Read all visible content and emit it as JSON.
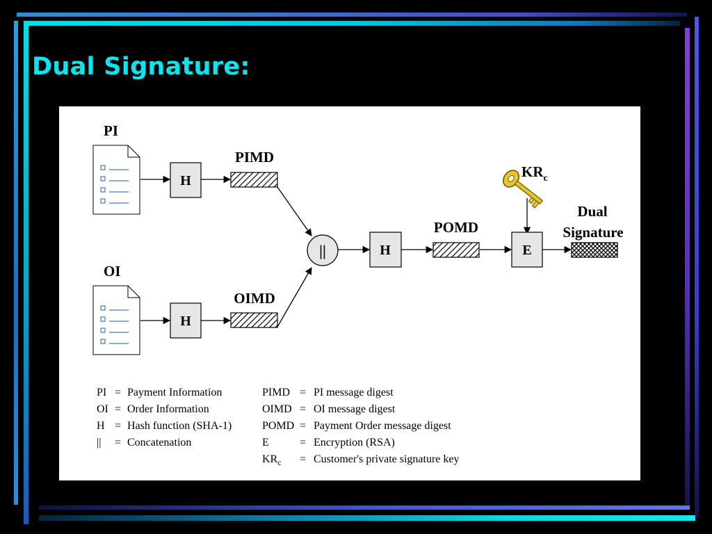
{
  "slide": {
    "title": "Dual Signature:"
  },
  "diagram": {
    "pi_label": "PI",
    "oi_label": "OI",
    "hash_label": "H",
    "pimd_label": "PIMD",
    "oimd_label": "OIMD",
    "concat_symbol": "||",
    "pomd_label": "POMD",
    "encrypt_label": "E",
    "key_label": "KR",
    "key_subscript": "c",
    "output_label_line1": "Dual",
    "output_label_line2": "Signature"
  },
  "legend": {
    "left": [
      {
        "term": "PI",
        "eq": "=",
        "definition": "Payment Information"
      },
      {
        "term": "OI",
        "eq": "=",
        "definition": "Order Information"
      },
      {
        "term": "H",
        "eq": "=",
        "definition": "Hash function (SHA-1)"
      },
      {
        "term": "||",
        "eq": "=",
        "definition": "Concatenation"
      }
    ],
    "right": [
      {
        "term": "PIMD",
        "eq": "=",
        "definition": "PI message digest"
      },
      {
        "term": "OIMD",
        "eq": "=",
        "definition": "OI message digest"
      },
      {
        "term": "POMD",
        "eq": "=",
        "definition": "Payment Order message digest"
      },
      {
        "term": "E",
        "eq": "=",
        "definition": "Encryption (RSA)"
      }
    ],
    "key_entry": {
      "term": "KR",
      "subscript": "c",
      "eq": "=",
      "definition": "Customer's private signature key"
    }
  },
  "colors": {
    "title": "#00e8f0",
    "box_fill": "#e6e6e6",
    "key_gold": "#e8c820",
    "document_lines": "#1a5ab8"
  }
}
